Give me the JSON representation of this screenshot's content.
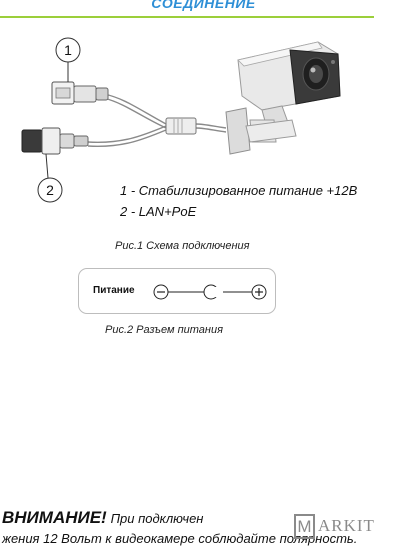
{
  "header": {
    "title": "СОЕДИНЕНИЕ",
    "rule_color": "#9bcf3a",
    "title_color": "#2e8fd6"
  },
  "diagram": {
    "callout_1": "1",
    "callout_2": "2"
  },
  "legend": {
    "item_1": "1 - Стабилизированное питание +12В",
    "item_2": "2 - LAN+PoE"
  },
  "figure_1": {
    "caption": "Рис.1 Схема подключения"
  },
  "figure_2": {
    "caption": "Рис.2 Разъем питания",
    "label": "Питание"
  },
  "warning": {
    "strong": "ВНИМАНИЕ!",
    "text_1": "При подключен",
    "text_2": "жения 12 Вольт к видеокамере соблюдайте полярность."
  },
  "watermark": {
    "letter": "M",
    "rest": "ARKIT"
  }
}
